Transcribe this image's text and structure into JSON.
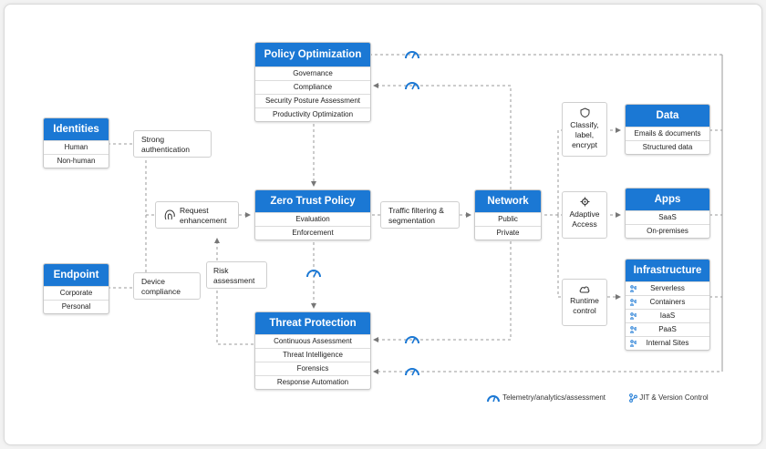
{
  "nodes": {
    "policy_optimization": {
      "title": "Policy Optimization",
      "items": [
        "Governance",
        "Compliance",
        "Security Posture Assessment",
        "Productivity Optimization"
      ]
    },
    "identities": {
      "title": "Identities",
      "items": [
        "Human",
        "Non-human"
      ]
    },
    "endpoint": {
      "title": "Endpoint",
      "items": [
        "Corporate",
        "Personal"
      ]
    },
    "zero_trust_policy": {
      "title": "Zero Trust Policy",
      "items": [
        "Evaluation",
        "Enforcement"
      ]
    },
    "network": {
      "title": "Network",
      "items": [
        "Public",
        "Private"
      ]
    },
    "threat_protection": {
      "title": "Threat Protection",
      "items": [
        "Continuous Assessment",
        "Threat Intelligence",
        "Forensics",
        "Response Automation"
      ]
    },
    "data": {
      "title": "Data",
      "items": [
        "Emails & documents",
        "Structured data"
      ]
    },
    "apps": {
      "title": "Apps",
      "items": [
        "SaaS",
        "On-premises"
      ]
    },
    "infrastructure": {
      "title": "Infrastructure",
      "items": [
        "Serverless",
        "Containers",
        "IaaS",
        "PaaS",
        "Internal Sites"
      ]
    }
  },
  "labels": {
    "strong_auth": [
      "Strong",
      "authentication"
    ],
    "request_enh": [
      "Request",
      "enhancement"
    ],
    "device_compliance": [
      "Device",
      "compliance"
    ],
    "risk_assessment": [
      "Risk",
      "assessment"
    ],
    "traffic_filtering": [
      "Traffic filtering &",
      "segmentation"
    ],
    "classify": [
      "Classify,",
      "label,",
      "encrypt"
    ],
    "adaptive": [
      "Adaptive",
      "Access"
    ],
    "runtime": [
      "Runtime",
      "control"
    ]
  },
  "legend": {
    "telemetry": "Telemetry/analytics/assessment",
    "jit": "JIT & Version Control"
  },
  "colors": {
    "accent": "#1b78d4",
    "connector": "#8a8a8a"
  }
}
